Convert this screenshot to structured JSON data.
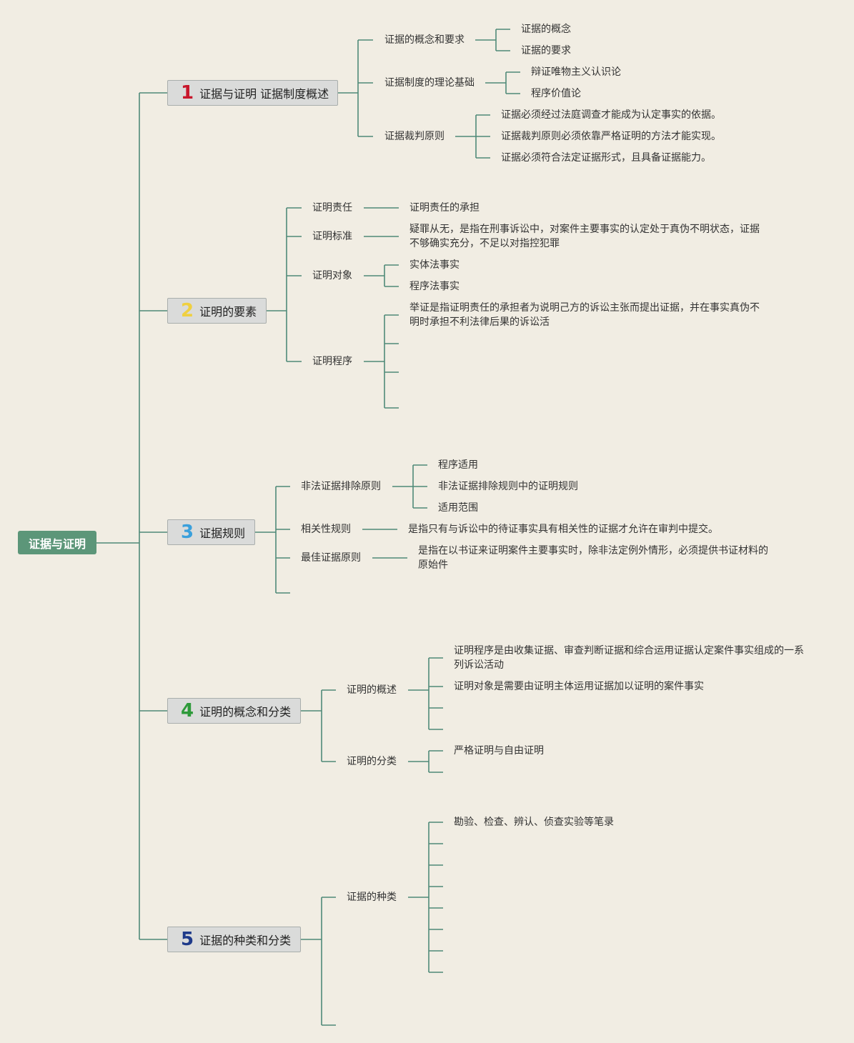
{
  "root": "证据与证明",
  "sections": [
    {
      "num": "1",
      "color": "#c8172c",
      "title": "证据与证明 证据制度概述"
    },
    {
      "num": "2",
      "color": "#f0d040",
      "title": "证明的要素"
    },
    {
      "num": "3",
      "color": "#3aa0dc",
      "title": "证据规则"
    },
    {
      "num": "4",
      "color": "#2e9a3a",
      "title": "证明的概念和分类"
    },
    {
      "num": "5",
      "color": "#1e3a8a",
      "title": "证据的种类和分类"
    }
  ],
  "s1": {
    "a": "证据的概念和要求",
    "a1": "证据的概念",
    "a2": "证据的要求",
    "b": "证据制度的理论基础",
    "b1": "辩证唯物主义认识论",
    "b2": "程序价值论",
    "c": "证据裁判原则",
    "c1": "证据必须经过法庭调查才能成为认定事实的依据。",
    "c2": "证据裁判原则必须依靠严格证明的方法才能实现。",
    "c3": "证据必须符合法定证据形式，且具备证据能力。"
  },
  "s2": {
    "a": "证明责任",
    "a1": "证明责任的承担",
    "b": "证明标准",
    "b1": "疑罪从无，是指在刑事诉讼中，对案件主要事实的认定处于真伪不明状态，证据不够确实充分，不足以对指控犯罪",
    "c": "证明对象",
    "c1": "实体法事实",
    "c2": "程序法事实",
    "d": "证明程序",
    "d1": "举证是指证明责任的承担者为说明己方的诉讼主张而提出证据，并在事实真伪不明时承担不利法律后果的诉讼活"
  },
  "s3": {
    "a": "非法证据排除原则",
    "a1": "程序适用",
    "a2": "非法证据排除规则中的证明规则",
    "a3": "适用范围",
    "b": "相关性规则",
    "b1": "是指只有与诉讼中的待证事实具有相关性的证据才允许在审判中提交。",
    "c": "最佳证据原则",
    "c1": "是指在以书证来证明案件主要事实时，除非法定例外情形，必须提供书证材料的原始件"
  },
  "s4": {
    "a": "证明的概述",
    "a1": "证明程序是由收集证据、审查判断证据和综合运用证据认定案件事实组成的一系列诉讼活动",
    "a2": "证明对象是需要由证明主体运用证据加以证明的案件事实",
    "b": "证明的分类",
    "b1": "严格证明与自由证明"
  },
  "s5": {
    "a": "证据的种类",
    "a1": "勘验、检查、辨认、侦查实验等笔录"
  }
}
